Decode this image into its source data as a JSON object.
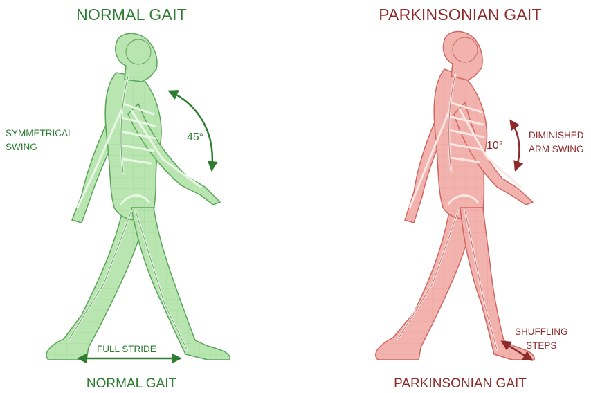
{
  "panels": [
    {
      "title": "NORMAL GAIT",
      "caption": "NORMAL GAIT",
      "angle": "45°",
      "side_note": [
        "SYMMETRICAL",
        "SWING"
      ],
      "stride_note": "FULL STRIDE",
      "color": "#2e7d32",
      "body_fill": "#b9e6b0",
      "body_stroke": "#5aa45a"
    },
    {
      "title": "PARKINSONIAN GAIT",
      "caption": "PARKINSONIAN GAIT",
      "angle": "10°",
      "side_note": [
        "DIMINISHED",
        "ARM SWING"
      ],
      "stride_note": [
        "SHUFFLING",
        "STEPS"
      ],
      "color": "#8e2a2a",
      "body_fill": "#f2b3ae",
      "body_stroke": "#cf6660"
    }
  ]
}
